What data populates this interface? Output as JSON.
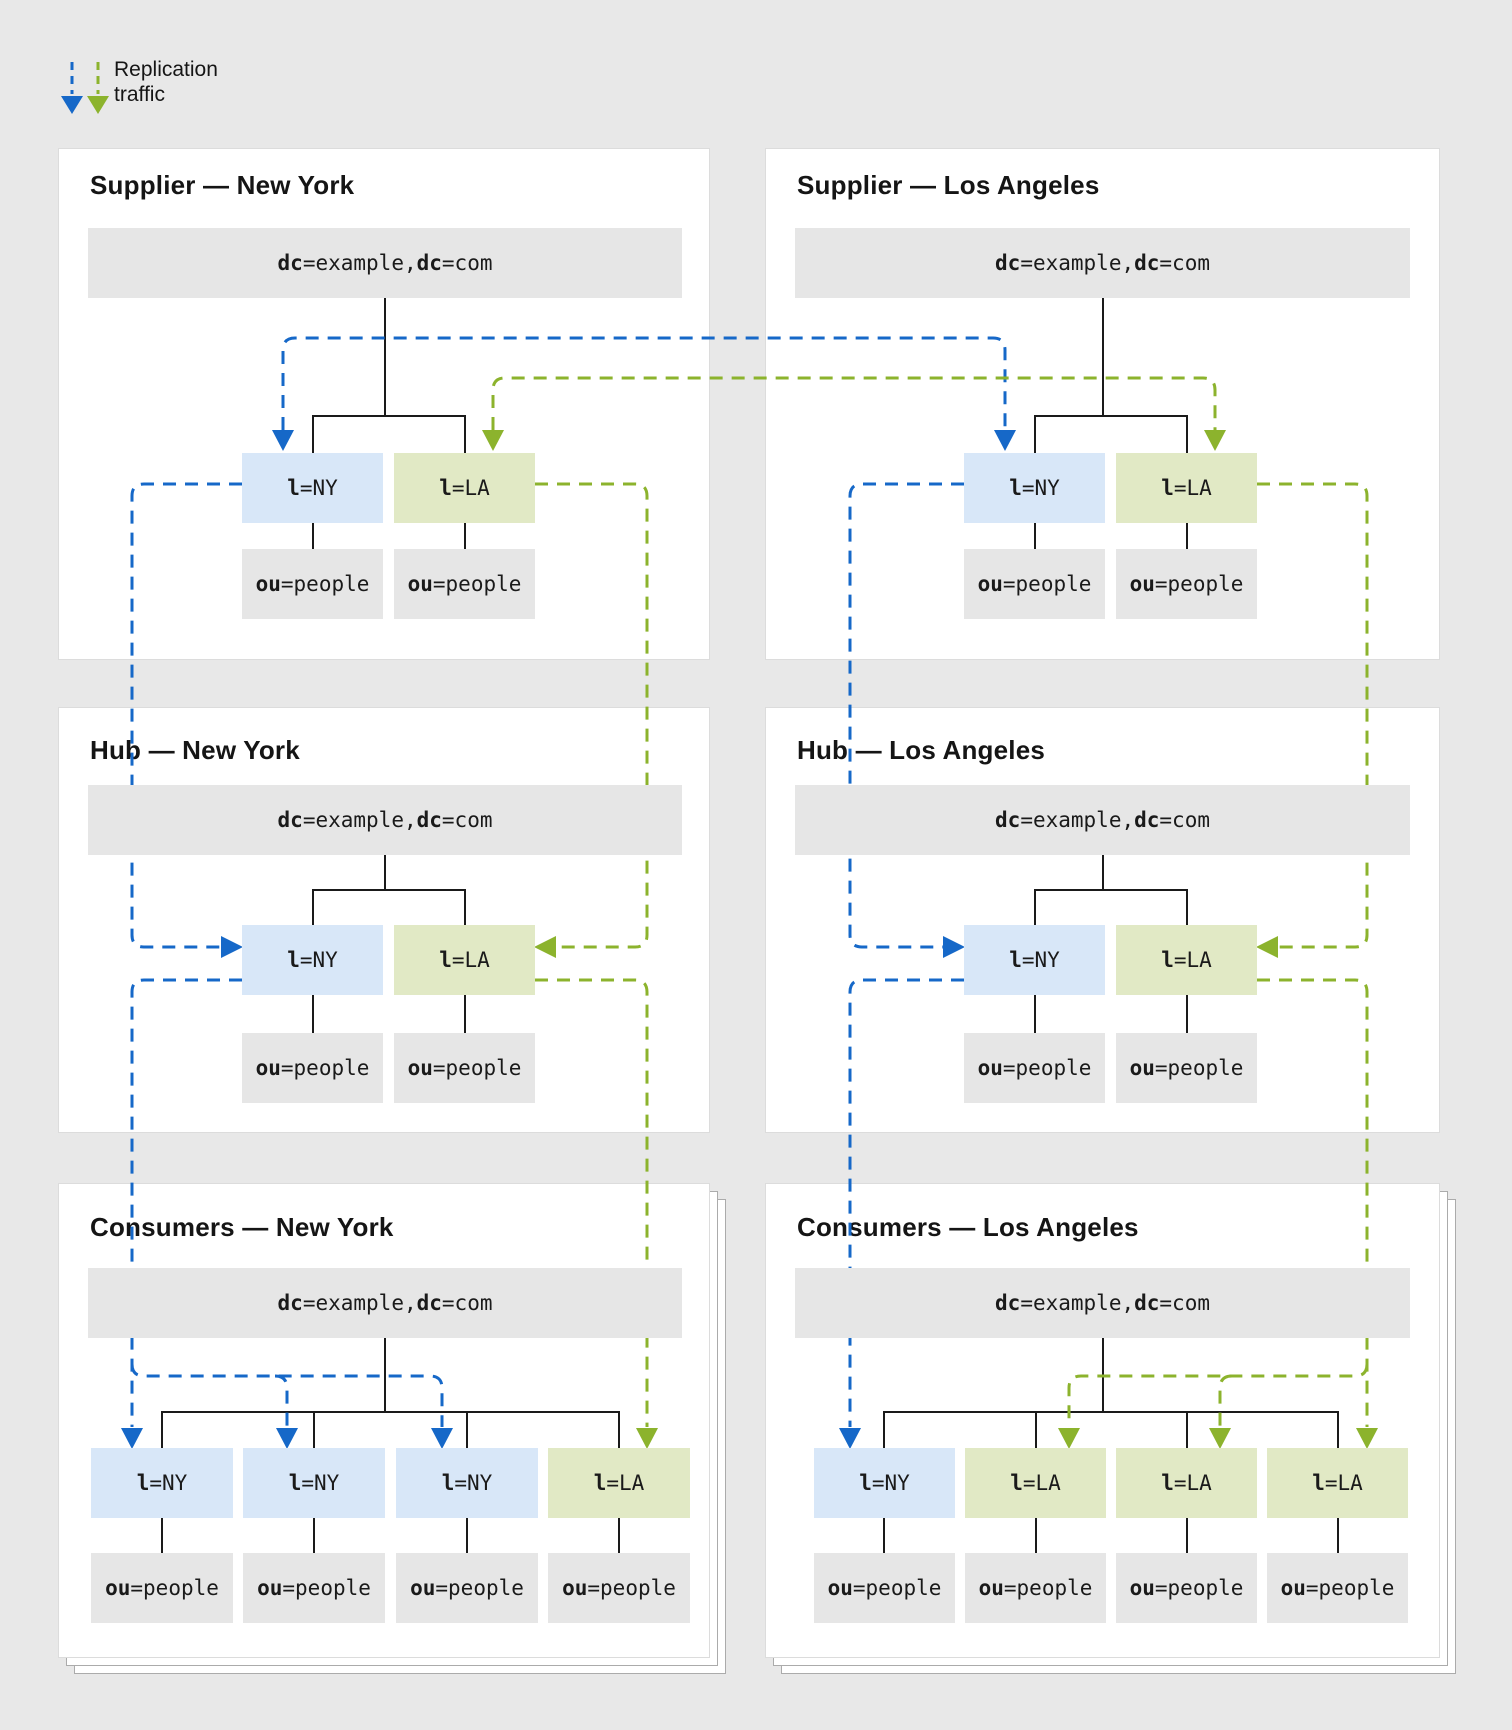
{
  "legend": {
    "label": "Replication traffic",
    "items": [
      {
        "name": "blue-replication-arrow",
        "color": "#1668c8"
      },
      {
        "name": "green-replication-arrow",
        "color": "#8cb32d"
      }
    ]
  },
  "colors": {
    "blue_line": "#1668c8",
    "green_line": "#8cb32d",
    "blue_node": "#d8e7f8",
    "green_node": "#e1e9c5",
    "gray_node": "#e6e6e6"
  },
  "panels": [
    {
      "id": "supplier-ny",
      "title": "Supplier — New York",
      "root": "dc=example,dc=com",
      "l": [
        "l=NY",
        "l=LA"
      ],
      "ou": [
        "ou=people",
        "ou=people"
      ]
    },
    {
      "id": "supplier-la",
      "title": "Supplier — Los Angeles",
      "root": "dc=example,dc=com",
      "l": [
        "l=NY",
        "l=LA"
      ],
      "ou": [
        "ou=people",
        "ou=people"
      ]
    },
    {
      "id": "hub-ny",
      "title": "Hub — New York",
      "root": "dc=example,dc=com",
      "l": [
        "l=NY",
        "l=LA"
      ],
      "ou": [
        "ou=people",
        "ou=people"
      ]
    },
    {
      "id": "hub-la",
      "title": "Hub — Los Angeles",
      "root": "dc=example,dc=com",
      "l": [
        "l=NY",
        "l=LA"
      ],
      "ou": [
        "ou=people",
        "ou=people"
      ]
    },
    {
      "id": "consumers-ny",
      "title": "Consumers — New York",
      "root": "dc=example,dc=com",
      "l": [
        "l=NY",
        "l=NY",
        "l=NY",
        "l=LA"
      ],
      "ou": [
        "ou=people",
        "ou=people",
        "ou=people",
        "ou=people"
      ]
    },
    {
      "id": "consumers-la",
      "title": "Consumers — Los Angeles",
      "root": "dc=example,dc=com",
      "l": [
        "l=NY",
        "l=LA",
        "l=LA",
        "l=LA"
      ],
      "ou": [
        "ou=people",
        "ou=people",
        "ou=people",
        "ou=people"
      ]
    }
  ]
}
